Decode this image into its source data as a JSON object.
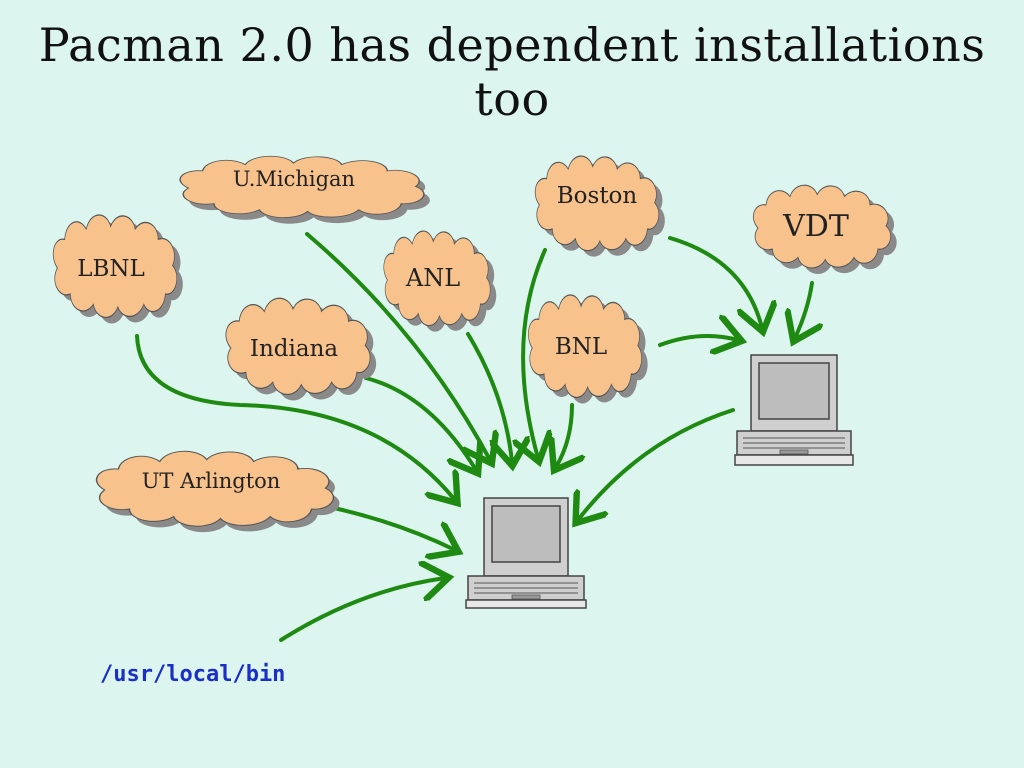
{
  "title": "Pacman 2.0 has dependent installations too",
  "colors": {
    "background": "#dcf5ee",
    "cloud_fill": "#f8c28c",
    "cloud_shadow": "#8a8a8a",
    "arrow": "#1f8a12",
    "computer_body": "#cfcfcf",
    "path_text": "#1a2fc8"
  },
  "clouds": {
    "umichigan": "U.Michigan",
    "boston": "Boston",
    "vdt": "VDT",
    "lbnl": "LBNL",
    "anl": "ANL",
    "indiana": "Indiana",
    "bnl": "BNL",
    "ut_arlington": "UT Arlington"
  },
  "computers": {
    "main": "laptop-computer-icon",
    "vdt_host": "laptop-computer-icon"
  },
  "path_label": "/usr/local/bin"
}
